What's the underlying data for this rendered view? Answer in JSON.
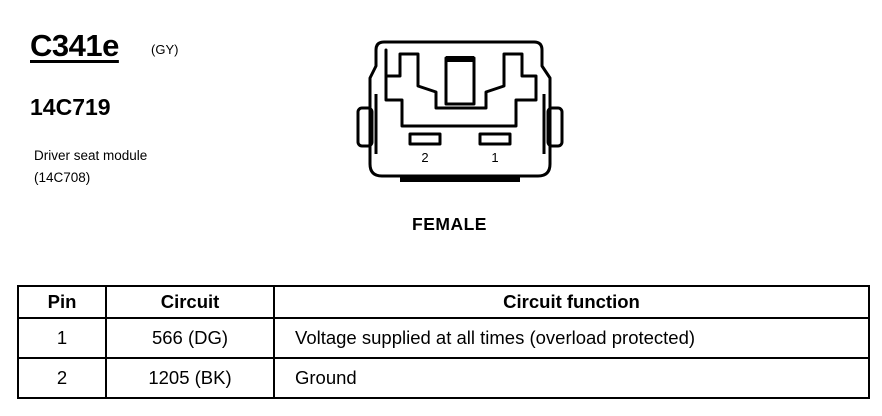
{
  "connector": {
    "id": "C341e",
    "wire_color": "(GY)",
    "part_number": "14C719",
    "description_line1": "Driver seat module",
    "description_line2": "(14C708)",
    "gender": "FEMALE",
    "pin_labels": [
      "2",
      "1"
    ]
  },
  "table": {
    "headers": {
      "pin": "Pin",
      "circuit": "Circuit",
      "function": "Circuit function"
    },
    "rows": [
      {
        "pin": "1",
        "circuit": "566 (DG)",
        "function": "Voltage supplied at all times (overload protected)"
      },
      {
        "pin": "2",
        "circuit": "1205 (BK)",
        "function": "Ground"
      }
    ]
  }
}
